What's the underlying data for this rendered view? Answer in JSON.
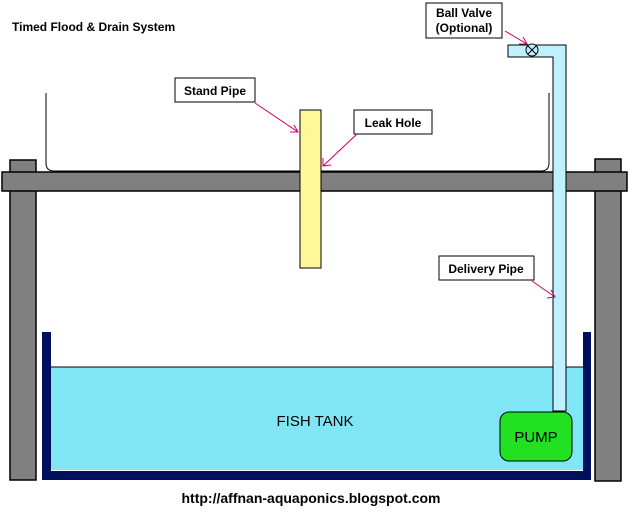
{
  "title": "Timed Flood & Drain System",
  "labels": {
    "stand_pipe": "Stand Pipe",
    "leak_hole": "Leak Hole",
    "ball_valve_line1": "Ball Valve",
    "ball_valve_line2": "(Optional)",
    "delivery_pipe": "Delivery Pipe",
    "fish_tank": "FISH TANK",
    "pump": "PUMP"
  },
  "footer_url": "http://affnan-aquaponics.blogspot.com",
  "colors": {
    "frame": "#808080",
    "frame_stroke": "#000000",
    "water": "#80e6f5",
    "tank_wall": "#00105e",
    "pipe": "#bff0ff",
    "stand_pipe": "#fff799",
    "pump": "#22e022",
    "arrow": "#cc0066"
  }
}
